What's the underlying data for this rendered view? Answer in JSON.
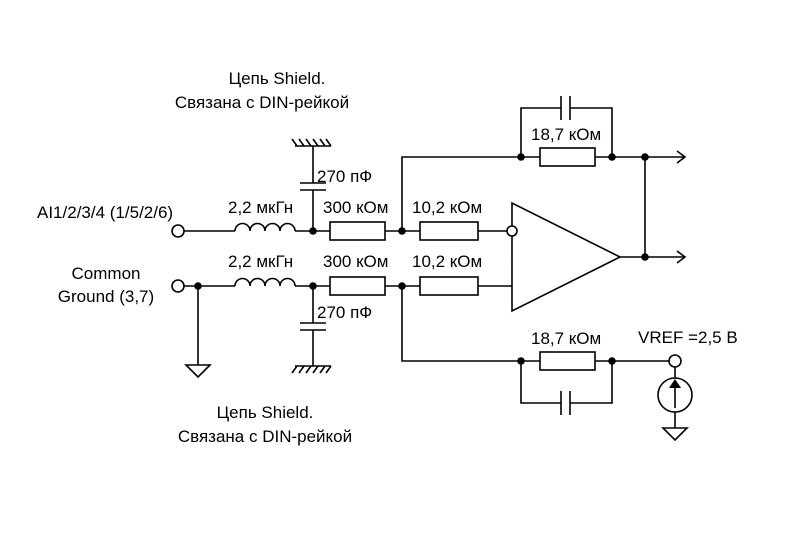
{
  "labels": {
    "shield_top_line1": "Цепь Shield.",
    "shield_top_line2": "Связана с DIN-рейкой",
    "shield_bottom_line1": "Цепь Shield.",
    "shield_bottom_line2": "Связана с DIN-рейкой",
    "input_ai": "AI1/2/3/4 (1/5/2/6)",
    "input_common_line1": "Common",
    "input_common_line2": "Ground (3,7)",
    "cap_top": "270 пФ",
    "cap_bottom": "270 пФ",
    "inductor_top": "2,2 мкГн",
    "inductor_bottom": "2,2 мкГн",
    "r300_top": "300 кОм",
    "r300_bottom": "300 кОм",
    "r10_top": "10,2 кОм",
    "r10_bottom": "10,2 кОм",
    "r18_top": "18,7 кОм",
    "r18_bottom": "18,7 кОм",
    "vref": "VREF =2,5 В"
  }
}
